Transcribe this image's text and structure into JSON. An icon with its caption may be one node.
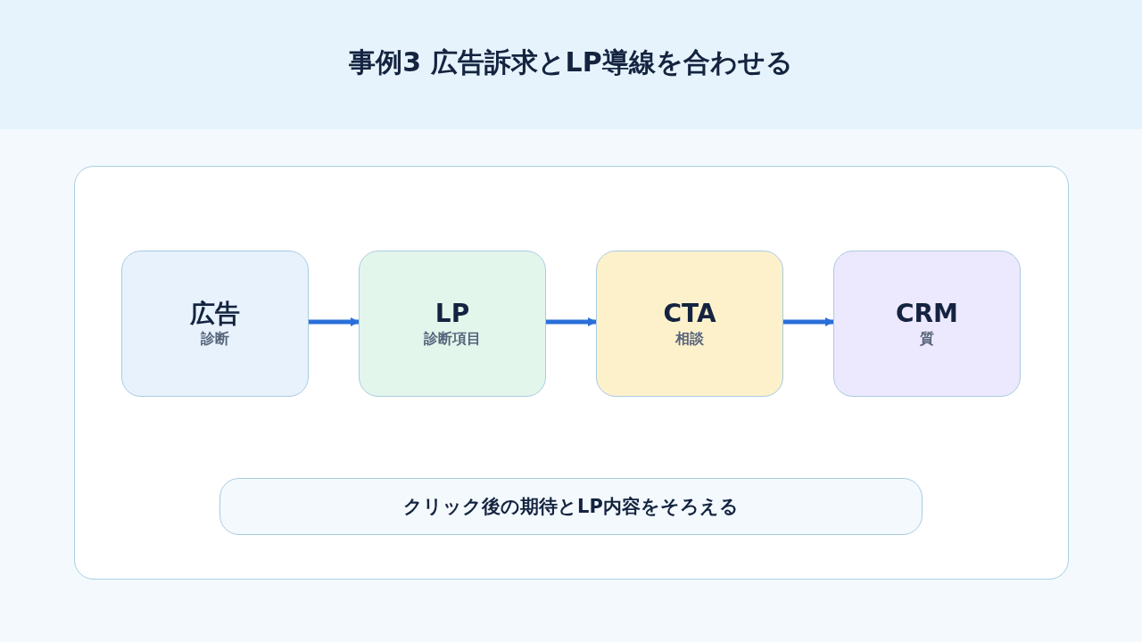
{
  "diagram": {
    "title": "事例3 広告訴求とLP導線を合わせる",
    "nodes": [
      {
        "text": [
          "広告",
          "診断"
        ]
      },
      {
        "text": [
          "LP",
          "診断項目"
        ]
      },
      {
        "text": [
          "CTA",
          "相談"
        ]
      },
      {
        "text": [
          "CRM",
          "質"
        ]
      },
      {
        "text": [
          "クリック後の期待とLP内容をそろえる"
        ]
      }
    ],
    "edges": [
      {
        "from": 0,
        "to": 1,
        "arrow": "to"
      },
      {
        "from": 1,
        "to": 2,
        "arrow": "to"
      },
      {
        "from": 2,
        "to": 3,
        "arrow": "to"
      }
    ]
  }
}
